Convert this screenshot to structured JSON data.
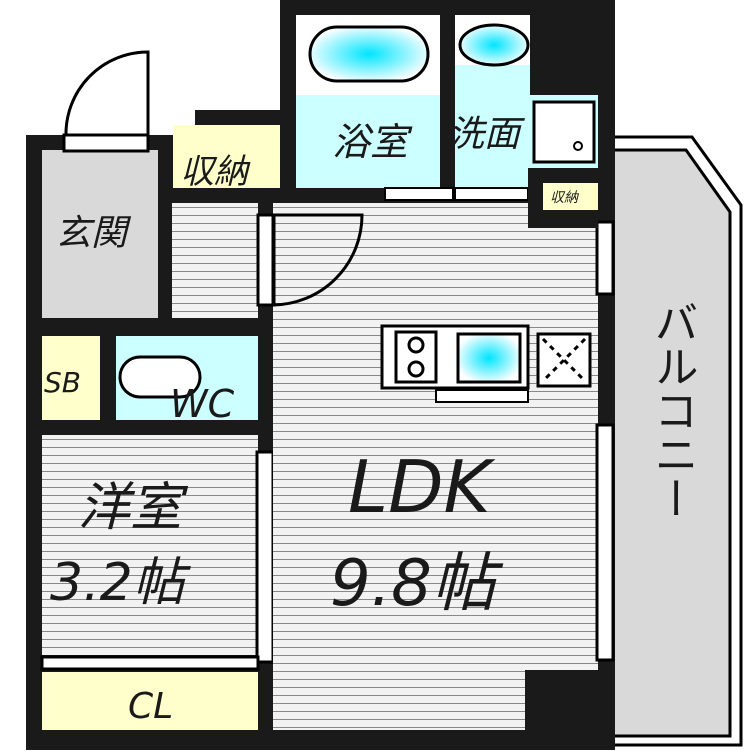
{
  "colors": {
    "wall": "#1a1a1a",
    "genkan": "#d9d9d9",
    "storage": "#ffffcc",
    "wet": "#ccffff",
    "floor": "#f2f2f2",
    "balcony": "#d9d9d9"
  },
  "rooms": {
    "storage_label": "収納",
    "bath_label": "浴室",
    "washroom_label": "洗面",
    "small_storage_label": "収納",
    "entrance_label": "玄関",
    "shoe_box_label": "SB",
    "toilet_label": "WC",
    "western_room_label": "洋室",
    "western_room_size": "3.2帖",
    "ldk_label": "LDK",
    "ldk_size": "9.8帖",
    "closet_label": "CL",
    "balcony_label": "バルコニー"
  }
}
